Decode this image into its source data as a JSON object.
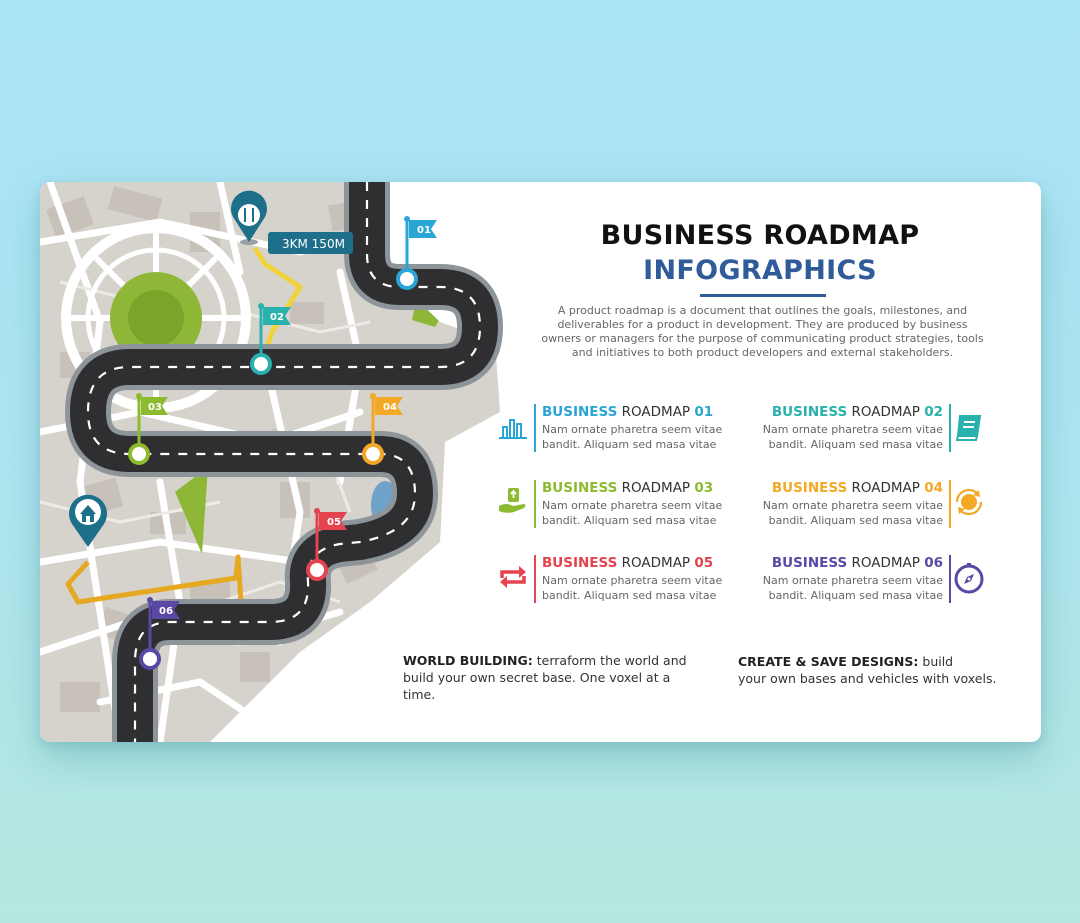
{
  "title": "BUSINESS ROADMAP",
  "subtitle": "INFOGRAPHICS",
  "intro": "A product roadmap is a document that outlines the goals, milestones, and deliverables for a product in development. They are produced by business owners or managers for the purpose of communicating product strategies, tools and initiatives to both product developers and external stakeholders.",
  "map": {
    "distance_label": "3KM 150M",
    "flags": [
      "01",
      "02",
      "03",
      "04",
      "05",
      "06"
    ],
    "pins": [
      "restaurant-pin-icon",
      "home-pin-icon"
    ]
  },
  "colors": {
    "c01": "#2aa6d6",
    "c02": "#28b1ad",
    "c03": "#8dbb2f",
    "c04": "#f3a826",
    "c05": "#e4434f",
    "c06": "#5b48a5",
    "navy": "#2f5c98",
    "road": "#2f2f31",
    "pin": "#1e6f8a"
  },
  "items": [
    {
      "word1": "BUSINESS",
      "word2": " ROADMAP ",
      "num": "01",
      "line1": "Nam ornate pharetra seem vitae",
      "line2": "bandit. Aliquam sed masa vitae",
      "icon": "bar-chart-icon"
    },
    {
      "word1": "BUSINESS",
      "word2": " ROADMAP ",
      "num": "02",
      "line1": "Nam ornate pharetra seem vitae",
      "line2": "bandit. Aliquam sed masa vitae",
      "icon": "book-icon"
    },
    {
      "word1": "BUSINESS",
      "word2": " ROADMAP ",
      "num": "03",
      "line1": "Nam ornate pharetra seem vitae",
      "line2": "bandit. Aliquam sed masa vitae",
      "icon": "hand-growth-icon"
    },
    {
      "word1": "BUSINESS",
      "word2": " ROADMAP ",
      "num": "04",
      "line1": "Nam ornate pharetra seem vitae",
      "line2": "bandit. Aliquam sed masa vitae",
      "icon": "globe-cycle-icon"
    },
    {
      "word1": "BUSINESS",
      "word2": " ROADMAP ",
      "num": "05",
      "line1": "Nam ornate pharetra seem vitae",
      "line2": "bandit. Aliquam sed masa vitae",
      "icon": "repeat-icon"
    },
    {
      "word1": "BUSINESS",
      "word2": " ROADMAP ",
      "num": "06",
      "line1": "Nam ornate pharetra seem vitae",
      "line2": "bandit. Aliquam sed masa vitae",
      "icon": "compass-icon"
    }
  ],
  "notes": [
    {
      "strong": "WORLD BUILDING:",
      "rest": " terraform the world and",
      "line2": "build your own secret base. One voxel at a time."
    },
    {
      "strong": "CREATE & SAVE DESIGNS:",
      "rest": " build",
      "line2": "your own bases and vehicles with voxels."
    }
  ]
}
